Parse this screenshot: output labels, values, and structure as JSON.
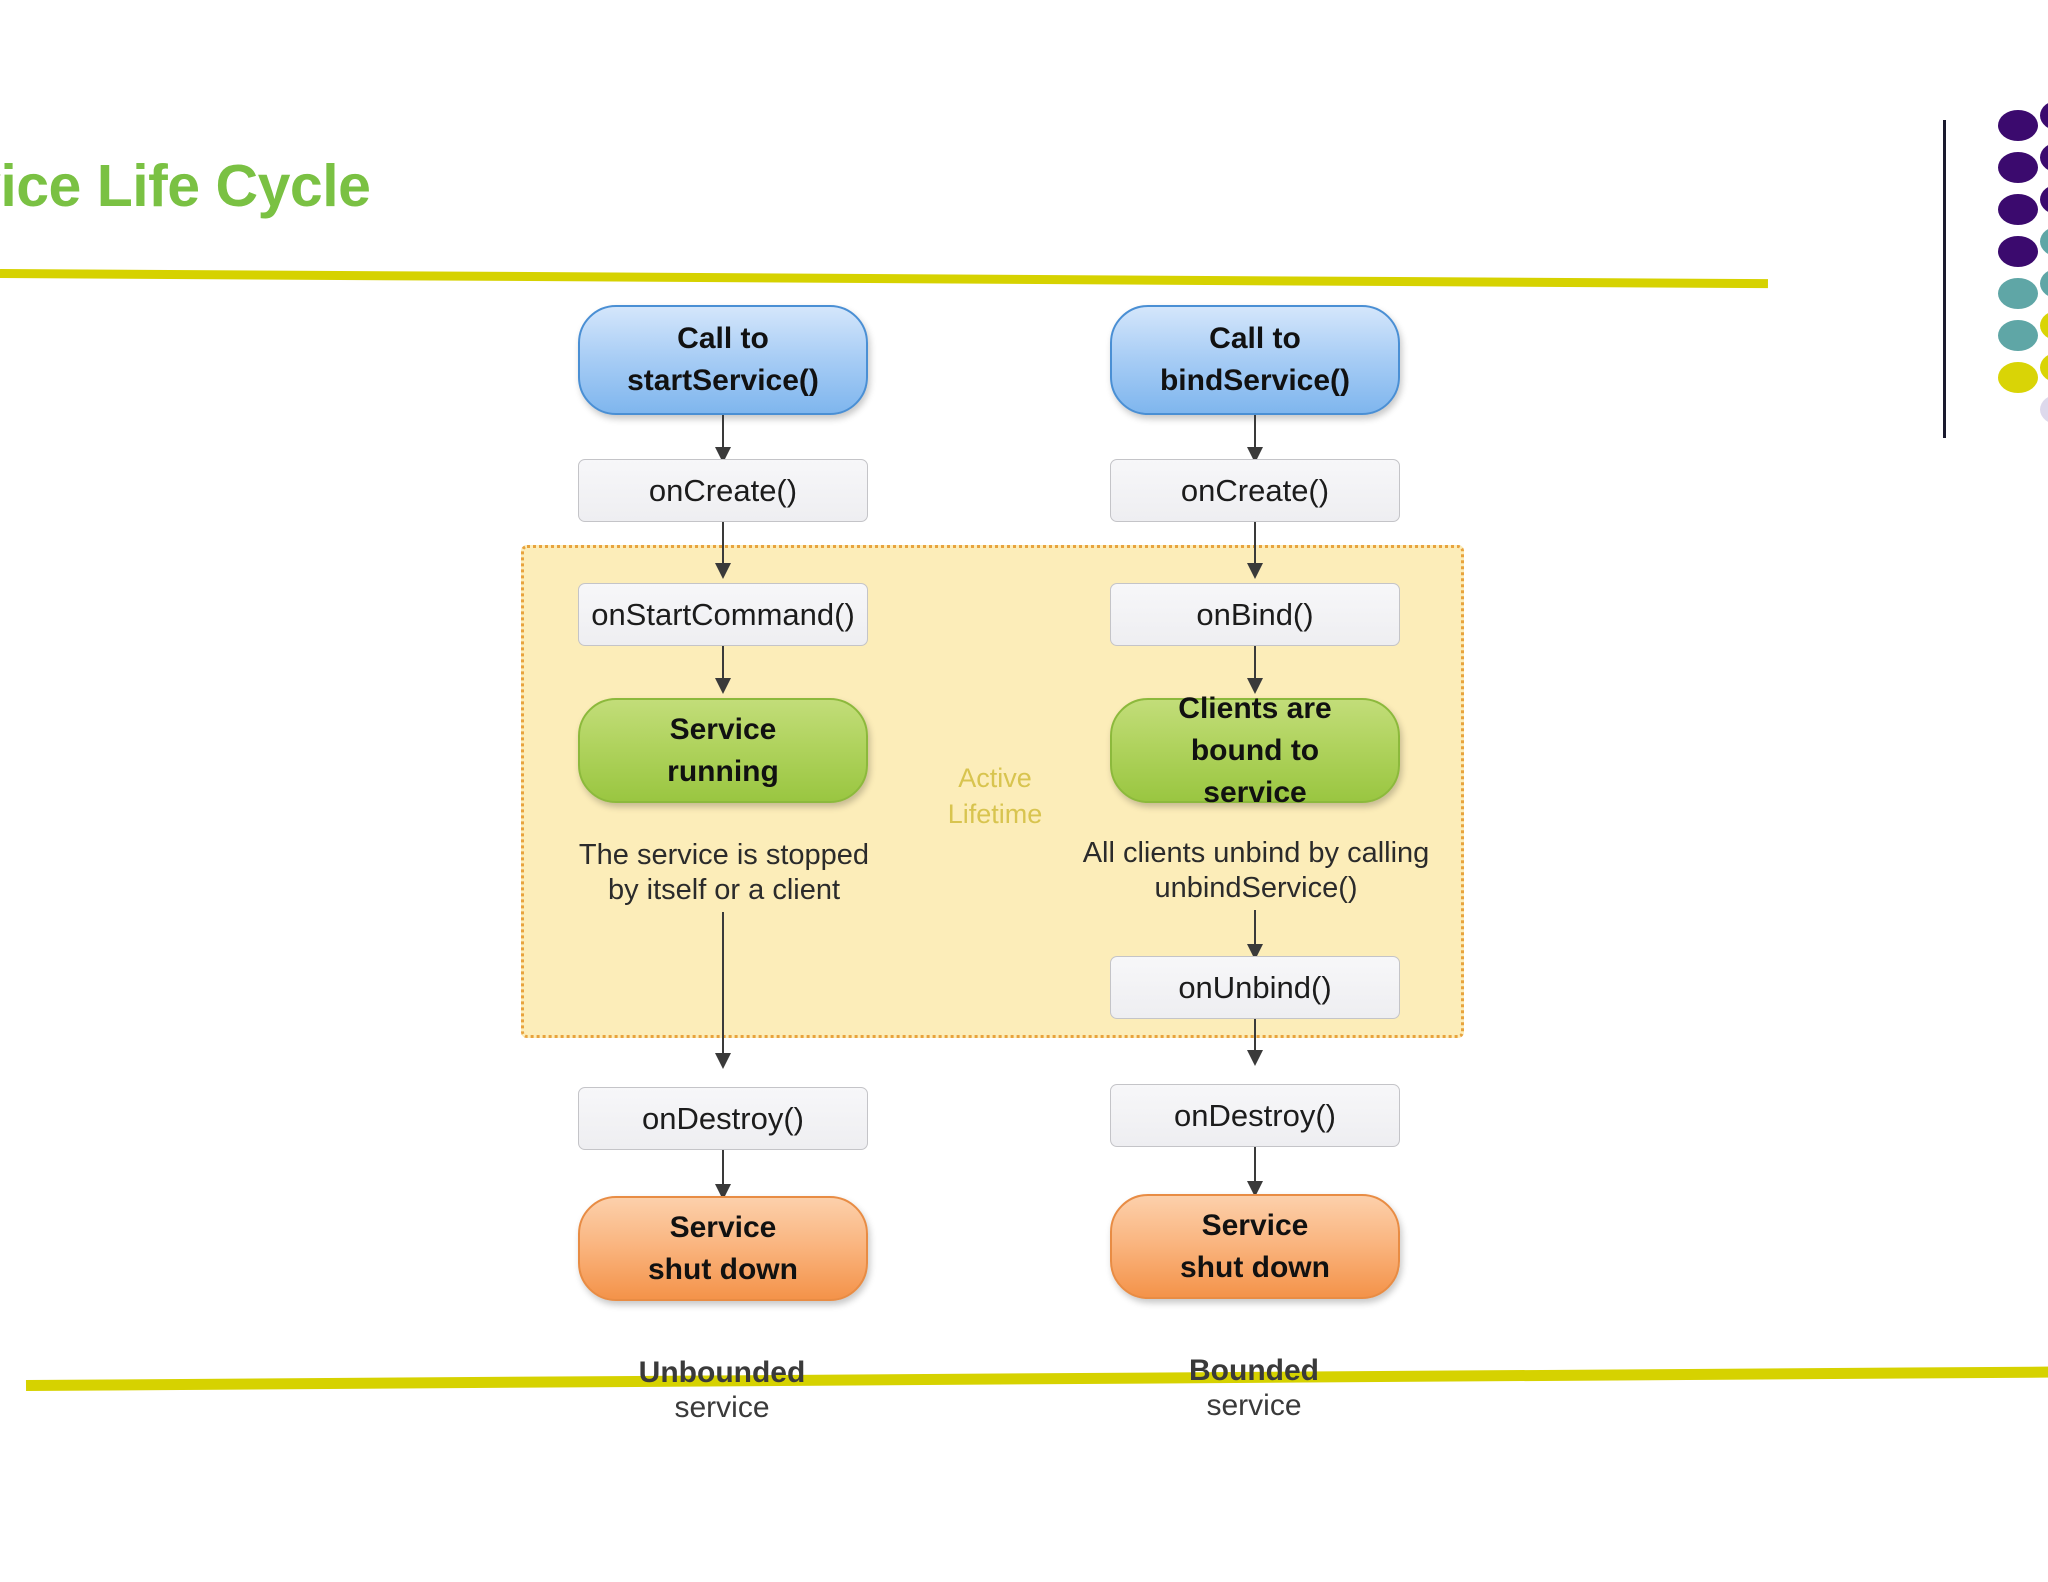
{
  "slide": {
    "title": "vice Life Cycle",
    "title_color": "#7ac143",
    "rule_color": "#d6d200",
    "background": "#ffffff"
  },
  "diagram": {
    "type": "flowchart",
    "active_region": {
      "label_line1": "Active",
      "label_line2": "Lifetime",
      "fill_color": "#fcedb9",
      "border_color": "#e8a33d",
      "label_color": "#d8c44f"
    },
    "columns": [
      {
        "id": "unbounded",
        "footer_strong": "Unbounded",
        "footer_sub": "service",
        "nodes": [
          {
            "id": "start-call",
            "kind": "blue",
            "line1": "Call to",
            "line2": "startService()"
          },
          {
            "id": "on-create",
            "kind": "grey",
            "line1": "onCreate()"
          },
          {
            "id": "on-start-command",
            "kind": "grey",
            "line1": "onStartCommand()"
          },
          {
            "id": "service-running",
            "kind": "green",
            "line1": "Service",
            "line2": "running"
          },
          {
            "id": "on-destroy",
            "kind": "grey",
            "line1": "onDestroy()"
          },
          {
            "id": "service-shutdown",
            "kind": "orange",
            "line1": "Service",
            "line2": "shut down"
          }
        ],
        "caption_line1": "The service is stopped",
        "caption_line2": "by itself or a client"
      },
      {
        "id": "bounded",
        "footer_strong": "Bounded",
        "footer_sub": "service",
        "nodes": [
          {
            "id": "bind-call",
            "kind": "blue",
            "line1": "Call to",
            "line2": "bindService()"
          },
          {
            "id": "on-create",
            "kind": "grey",
            "line1": "onCreate()"
          },
          {
            "id": "on-bind",
            "kind": "grey",
            "line1": "onBind()"
          },
          {
            "id": "clients-bound",
            "kind": "green",
            "line1": "Clients are",
            "line2": "bound to",
            "line3": "service"
          },
          {
            "id": "on-unbind",
            "kind": "grey",
            "line1": "onUnbind()"
          },
          {
            "id": "on-destroy",
            "kind": "grey",
            "line1": "onDestroy()"
          },
          {
            "id": "service-shutdown",
            "kind": "orange",
            "line1": "Service",
            "line2": "shut down"
          }
        ],
        "caption_line1": "All clients unbind by calling",
        "caption_line2": "unbindService()"
      }
    ]
  },
  "decoration": {
    "name": "dot-grid-ornament",
    "colors": {
      "purple": "#3b0a6e",
      "teal": "#5fa6a6",
      "yellow": "#d9d406",
      "lavender": "#ddd9ec",
      "line": "#1a1a2e"
    },
    "column_left": [
      "purple",
      "purple",
      "purple",
      "purple",
      "teal",
      "teal",
      "yellow"
    ],
    "column_right": [
      "purple",
      "purple",
      "purple",
      "teal",
      "teal",
      "yellow",
      "yellow",
      "lavender"
    ]
  }
}
